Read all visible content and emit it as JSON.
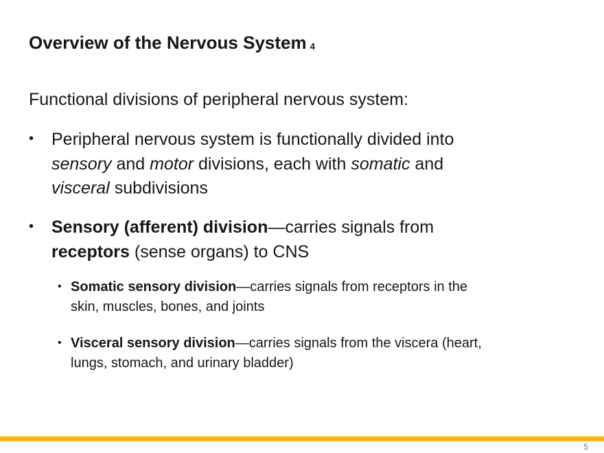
{
  "slide": {
    "title": "Overview of the Nervous System",
    "title_superscript": "4",
    "intro": "Functional divisions of peripheral nervous system:",
    "bullet_glyph": "•",
    "bullets": [
      {
        "level": 1,
        "segments": [
          {
            "t": "Peripheral nervous system is functionally divided into\n"
          },
          {
            "t": "sensory",
            "i": true
          },
          {
            "t": " and "
          },
          {
            "t": "motor",
            "i": true
          },
          {
            "t": " divisions, each with "
          },
          {
            "t": "somatic",
            "i": true
          },
          {
            "t": " and\n"
          },
          {
            "t": "visceral",
            "i": true
          },
          {
            "t": " subdivisions"
          }
        ]
      },
      {
        "level": 1,
        "segments": [
          {
            "t": "Sensory (afferent) division",
            "b": true
          },
          {
            "t": "—carries signals from\n"
          },
          {
            "t": "receptors",
            "b": true
          },
          {
            "t": " (sense organs) to CNS"
          }
        ]
      },
      {
        "level": 2,
        "segments": [
          {
            "t": "Somatic sensory division",
            "b": true
          },
          {
            "t": "—carries signals from receptors in the\n"
          },
          {
            "t": "skin, muscles, bones, and joints"
          }
        ]
      },
      {
        "level": 2,
        "segments": [
          {
            "t": "Visceral sensory division",
            "b": true
          },
          {
            "t": "—carries signals from the viscera (heart,\n"
          },
          {
            "t": "lungs, stomach, and urinary bladder)"
          }
        ]
      }
    ],
    "footer": {
      "accent_color": "#FBAF17",
      "page_number": "5"
    }
  }
}
